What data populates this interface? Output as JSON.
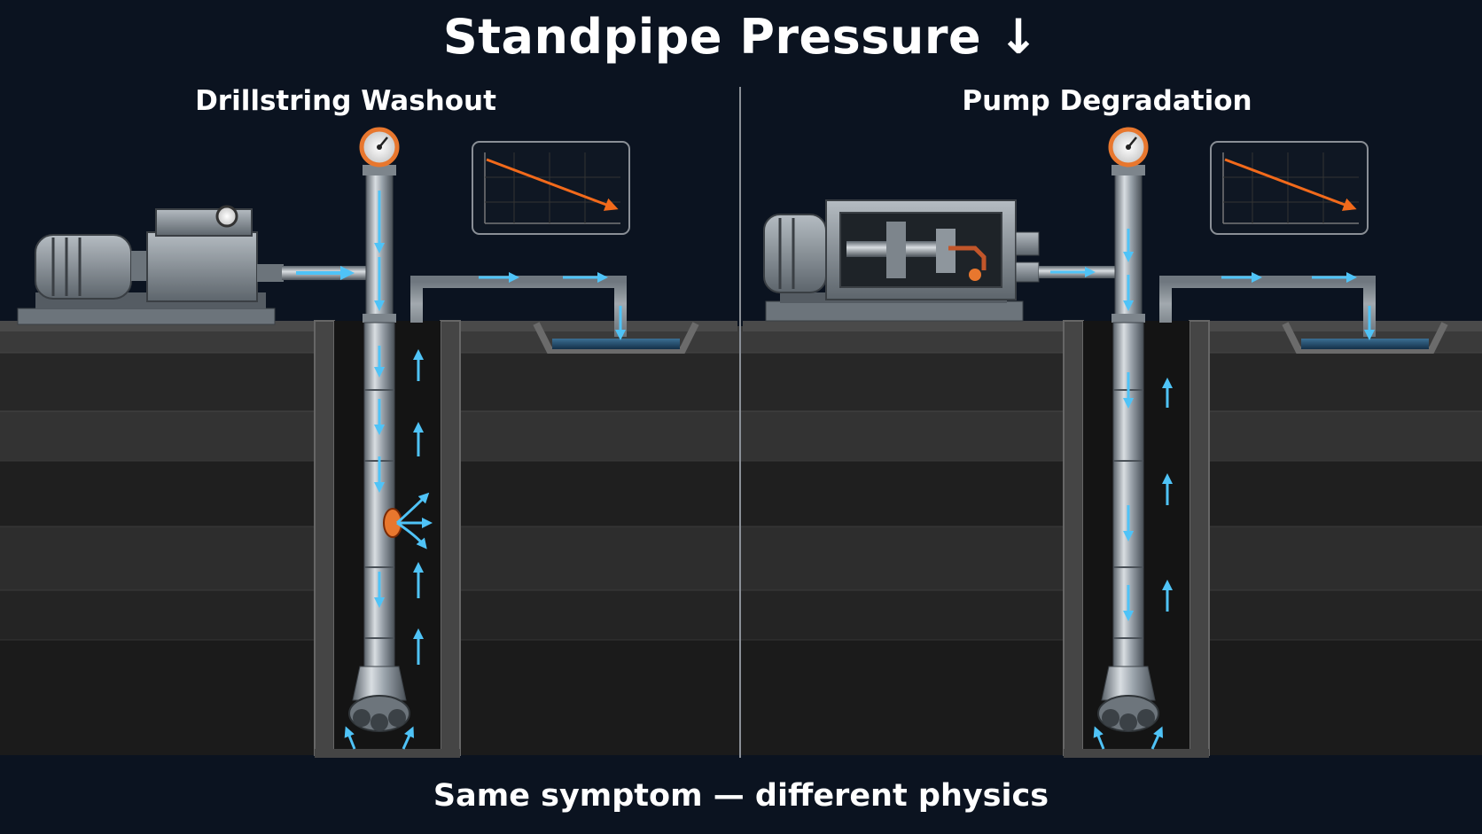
{
  "title": "Standpipe Pressure ↓",
  "panels": [
    {
      "heading": "Drillstring Washout",
      "fault": "washout"
    },
    {
      "heading": "Pump Degradation",
      "fault": "pump"
    }
  ],
  "footer": "Same symptom — different physics",
  "colors": {
    "background": "#0b1320",
    "flow_arrow": "#4fc3f7",
    "trend_line": "#f26a1b",
    "gauge_ring": "#e8772e",
    "steel": "#9aa3ab",
    "earth": "#2f2f2f"
  },
  "trend_icon": {
    "type": "line",
    "direction": "decreasing"
  }
}
